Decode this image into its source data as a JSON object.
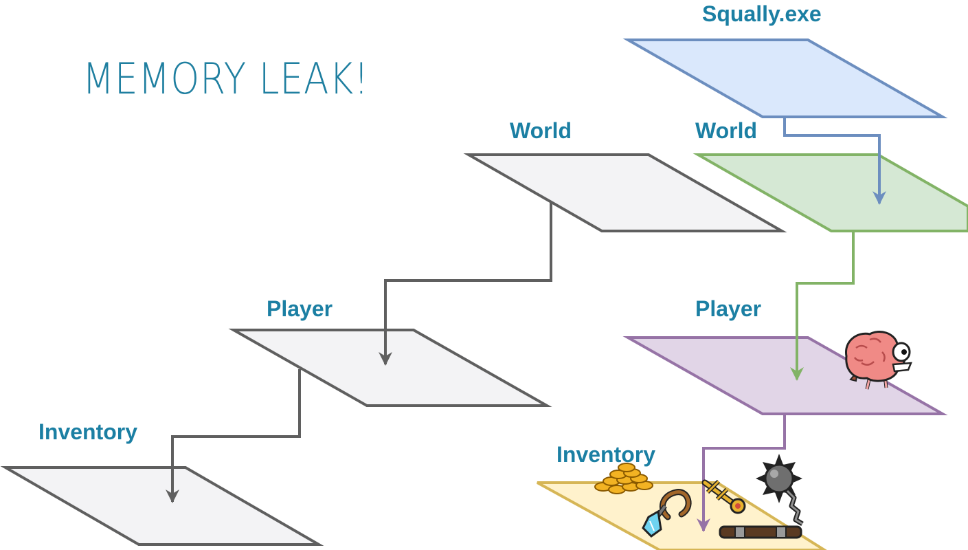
{
  "title": "MEMORY LEAK!",
  "labels": {
    "world_left": "World",
    "player_left": "Player",
    "inventory_left": "Inventory",
    "exe_right": "Squally.exe",
    "world_right": "World",
    "player_right": "Player",
    "inventory_right": "Inventory"
  },
  "colors": {
    "title": "#1f7fa0",
    "label": "#1b7fa3",
    "gray_stroke": "#5f5f5f",
    "gray_fill": "#f3f3f5",
    "blue_stroke": "#6c8ebf",
    "blue_fill": "#dae8fc",
    "green_stroke": "#82b366",
    "green_fill": "#d5e8d4",
    "purple_stroke": "#9673a6",
    "purple_fill": "#e1d5e7",
    "yellow_stroke": "#d6b656",
    "yellow_fill": "#fff2cc"
  },
  "icons": [
    "brain-creature-icon",
    "gold-coins-icon",
    "whip-icon",
    "potion-icon",
    "key-icon",
    "spiked-flail-icon"
  ]
}
